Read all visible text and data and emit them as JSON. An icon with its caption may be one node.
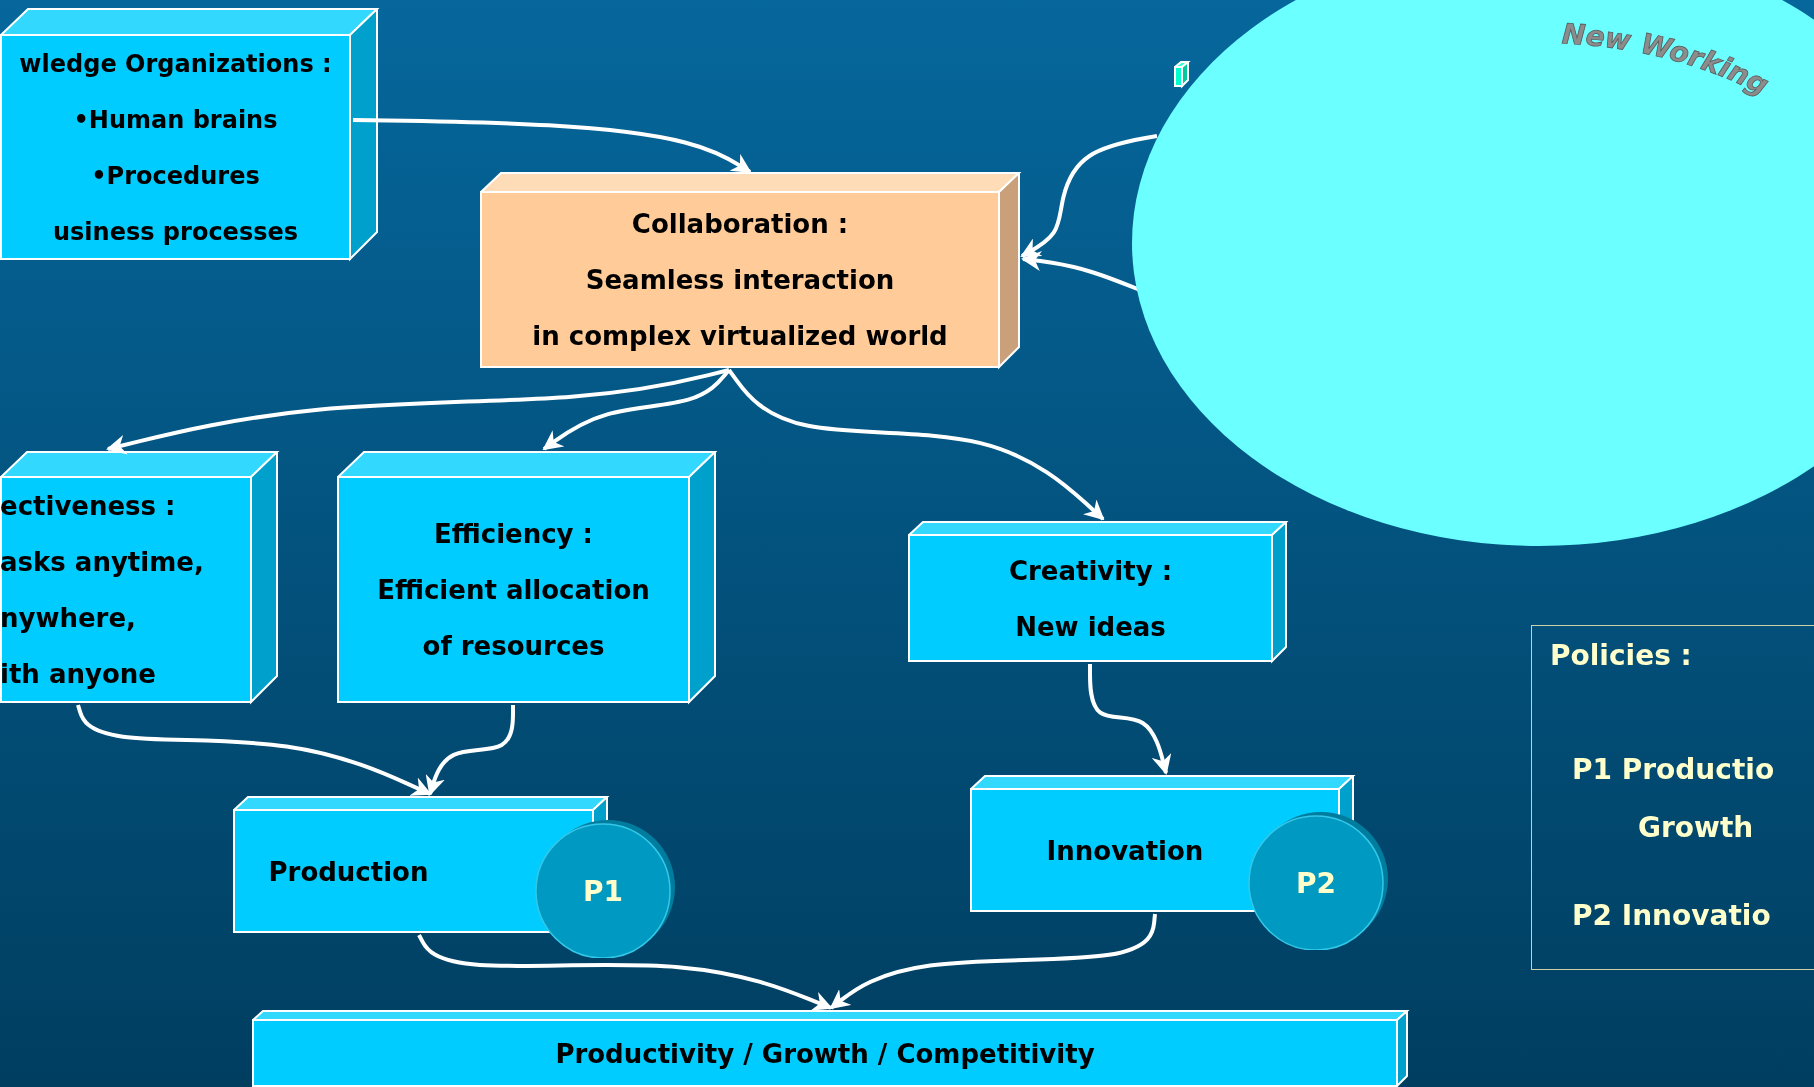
{
  "diagram": {
    "nodes": [
      {
        "text": [
          "wledge Organizations :",
          "•Human brains",
          "•Procedures",
          "usiness processes"
        ]
      },
      {
        "text": [
          "Collaboration :",
          "Seamless interaction",
          "in complex virtualized world"
        ]
      },
      {
        "text": [],
        "shape": "box"
      },
      {
        "text": [
          "New Working"
        ]
      },
      {
        "text": [
          "ectiveness :",
          "asks anytime,",
          "nywhere,",
          "ith anyone"
        ]
      },
      {
        "text": [
          "Efficiency :",
          "Efficient allocation",
          "of resources"
        ]
      },
      {
        "text": [
          "Creativity :",
          "New ideas"
        ]
      },
      {
        "text": [
          "Production"
        ]
      },
      {
        "text": [
          "P1"
        ]
      },
      {
        "text": [
          "Innovation"
        ]
      },
      {
        "text": [
          "P2"
        ]
      },
      {
        "text": [
          "Productivity / Growth / Competitivity"
        ]
      },
      {
        "text": [
          "Policies :",
          "P1 Productio",
          "Growth",
          "P2 Innovatio"
        ]
      }
    ],
    "edges": [
      {
        "from": 0,
        "to": 1,
        "arrow": "to"
      },
      {
        "from": 3,
        "to": 1,
        "arrow": "to"
      },
      {
        "from": 3,
        "to": 1,
        "arrow": "to"
      },
      {
        "from": 1,
        "to": 4,
        "arrow": "to"
      },
      {
        "from": 1,
        "to": 5,
        "arrow": "to"
      },
      {
        "from": 1,
        "to": 6,
        "arrow": "to"
      },
      {
        "from": 4,
        "to": 7,
        "arrow": "to"
      },
      {
        "from": 5,
        "to": 7,
        "arrow": "to"
      },
      {
        "from": 6,
        "to": 9,
        "arrow": "to"
      },
      {
        "from": 7,
        "to": 11,
        "arrow": "to"
      },
      {
        "from": 9,
        "to": 11,
        "arrow": "to"
      }
    ]
  }
}
